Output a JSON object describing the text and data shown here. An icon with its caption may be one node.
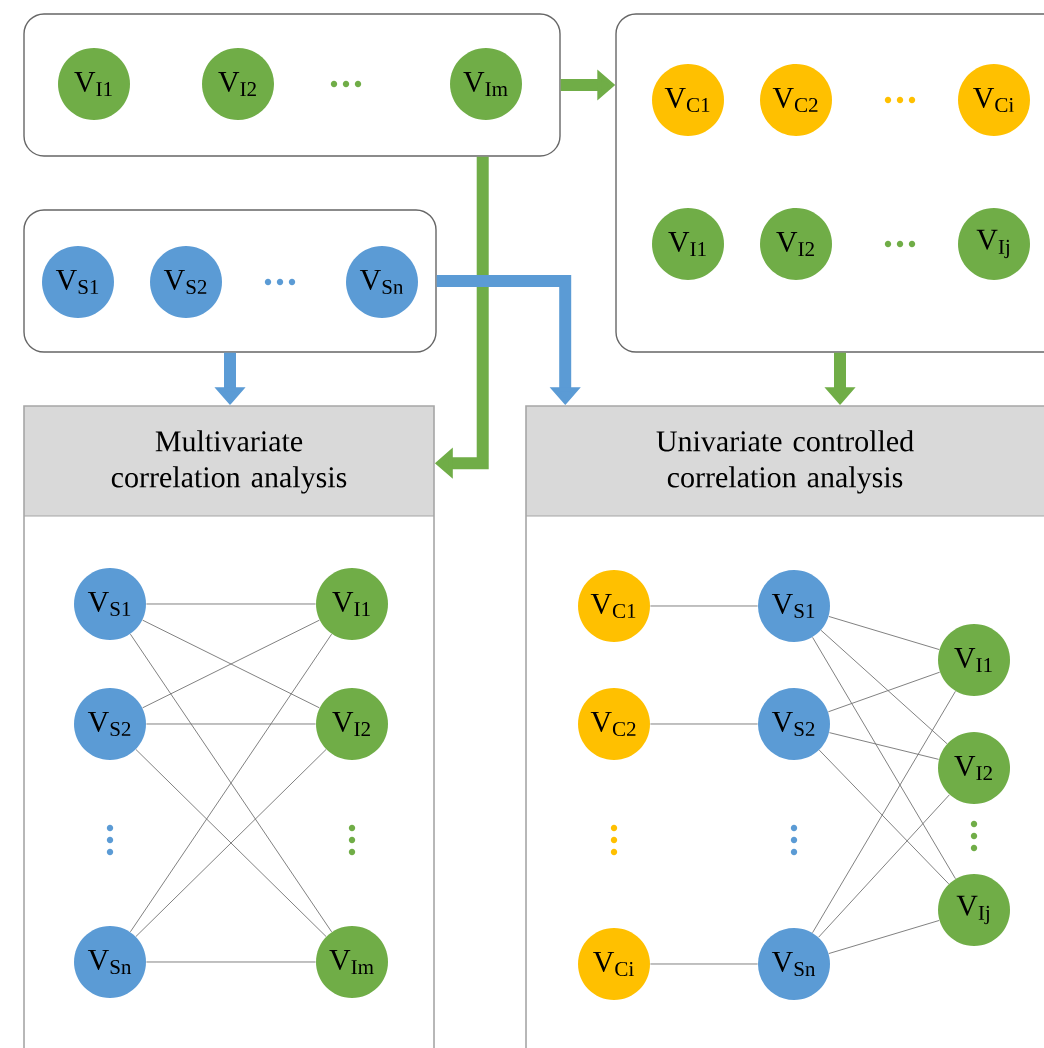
{
  "diagram": {
    "nodes": [
      {
        "text": [],
        "shape": "box"
      },
      {
        "text": [
          "V$_{I1}$"
        ],
        "in": 0
      },
      {
        "text": [
          "V$_{I2}$"
        ],
        "in": 0
      },
      {
        "text": [
          "V$_{Im}$"
        ],
        "in": 0
      },
      {
        "text": [],
        "shape": "box"
      },
      {
        "text": [
          "V$_{C1}$"
        ],
        "in": 4
      },
      {
        "text": [
          "V$_{C2}$"
        ],
        "in": 4
      },
      {
        "text": [
          "V$_{Ci}$"
        ],
        "in": 4
      },
      {
        "text": [
          "V$_{I1}$"
        ],
        "in": 4
      },
      {
        "text": [
          "V$_{I2}$"
        ],
        "in": 4
      },
      {
        "text": [
          "V$_{Ij}$"
        ],
        "in": 4
      },
      {
        "text": [],
        "shape": "box"
      },
      {
        "text": [
          "V$_{S1}$"
        ],
        "in": 11
      },
      {
        "text": [
          "V$_{S2}$"
        ],
        "in": 11
      },
      {
        "text": [
          "V$_{Sn}$"
        ],
        "in": 11
      },
      {
        "text": [
          "Multivariate correlation analysis"
        ]
      },
      {
        "text": [
          "V$_{S1}$"
        ],
        "in": 15
      },
      {
        "text": [
          "V$_{S2}$"
        ],
        "in": 15
      },
      {
        "text": [
          "V$_{Sn}$"
        ],
        "in": 15
      },
      {
        "text": [
          "V$_{I1}$"
        ],
        "in": 15
      },
      {
        "text": [
          "V$_{I2}$"
        ],
        "in": 15
      },
      {
        "text": [
          "V$_{Im}$"
        ],
        "in": 15
      },
      {
        "text": [
          "Univariate controlled correlation analysis"
        ]
      },
      {
        "text": [
          "V$_{C1}$"
        ],
        "in": 22
      },
      {
        "text": [
          "V$_{C2}$"
        ],
        "in": 22
      },
      {
        "text": [
          "V$_{Ci}$"
        ],
        "in": 22
      },
      {
        "text": [
          "V$_{S1}$"
        ],
        "in": 22
      },
      {
        "text": [
          "V$_{S2}$"
        ],
        "in": 22
      },
      {
        "text": [
          "V$_{Sn}$"
        ],
        "in": 22
      },
      {
        "text": [
          "V$_{I1}$"
        ],
        "in": 22
      },
      {
        "text": [
          "V$_{I2}$"
        ],
        "in": 22
      },
      {
        "text": [
          "V$_{Ij}$"
        ],
        "in": 22
      }
    ],
    "edges": [
      {
        "from": 0,
        "to": 4,
        "arrow": "to",
        "style": "thick",
        "color": "#70ad47"
      },
      {
        "from": 0,
        "to": 15,
        "arrow": "to",
        "style": "thick",
        "color": "#70ad47"
      },
      {
        "from": 11,
        "to": 15,
        "arrow": "to",
        "style": "thick",
        "color": "#5b9bd5"
      },
      {
        "from": 11,
        "to": 22,
        "arrow": "to",
        "style": "thick",
        "color": "#5b9bd5"
      },
      {
        "from": 4,
        "to": 22,
        "arrow": "to",
        "style": "thick",
        "color": "#70ad47"
      },
      {
        "from": 16,
        "to": 19,
        "arrow": "none"
      },
      {
        "from": 16,
        "to": 20,
        "arrow": "none"
      },
      {
        "from": 16,
        "to": 21,
        "arrow": "none"
      },
      {
        "from": 17,
        "to": 19,
        "arrow": "none"
      },
      {
        "from": 17,
        "to": 20,
        "arrow": "none"
      },
      {
        "from": 17,
        "to": 21,
        "arrow": "none"
      },
      {
        "from": 18,
        "to": 19,
        "arrow": "none"
      },
      {
        "from": 18,
        "to": 20,
        "arrow": "none"
      },
      {
        "from": 18,
        "to": 21,
        "arrow": "none"
      },
      {
        "from": 23,
        "to": 26,
        "arrow": "none"
      },
      {
        "from": 24,
        "to": 27,
        "arrow": "none"
      },
      {
        "from": 25,
        "to": 28,
        "arrow": "none"
      },
      {
        "from": 26,
        "to": 29,
        "arrow": "none"
      },
      {
        "from": 26,
        "to": 30,
        "arrow": "none"
      },
      {
        "from": 26,
        "to": 31,
        "arrow": "none"
      },
      {
        "from": 27,
        "to": 29,
        "arrow": "none"
      },
      {
        "from": 27,
        "to": 30,
        "arrow": "none"
      },
      {
        "from": 27,
        "to": 31,
        "arrow": "none"
      },
      {
        "from": 28,
        "to": 29,
        "arrow": "none"
      },
      {
        "from": 28,
        "to": 30,
        "arrow": "none"
      },
      {
        "from": 28,
        "to": 31,
        "arrow": "none"
      }
    ]
  }
}
